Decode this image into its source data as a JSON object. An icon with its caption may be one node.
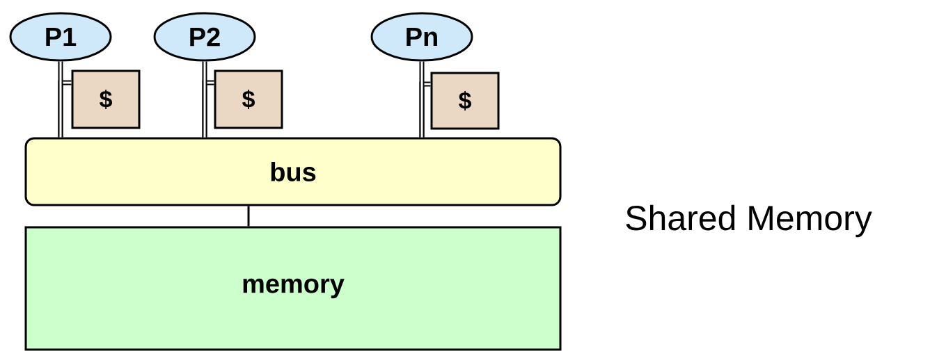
{
  "diagram": {
    "nodes": [
      {
        "text": [
          "P1"
        ]
      },
      {
        "text": [
          "$"
        ]
      },
      {
        "text": [
          "P2"
        ]
      },
      {
        "text": [
          "$"
        ]
      },
      {
        "text": [
          "Pn"
        ]
      },
      {
        "text": [
          "$"
        ]
      },
      {
        "text": [
          "bus"
        ]
      },
      {
        "text": [
          "memory"
        ]
      }
    ],
    "edges": [
      {
        "from": 1,
        "to": 6,
        "arrow": "none"
      },
      {
        "from": 0,
        "to": 6,
        "arrow": "none"
      },
      {
        "from": 3,
        "to": 6,
        "arrow": "none"
      },
      {
        "from": 2,
        "to": 6,
        "arrow": "none"
      },
      {
        "from": 5,
        "to": 6,
        "arrow": "none"
      },
      {
        "from": 4,
        "to": 6,
        "arrow": "none"
      },
      {
        "from": 6,
        "to": 7,
        "arrow": "none"
      }
    ],
    "labels": [
      "Shared Memory"
    ]
  }
}
